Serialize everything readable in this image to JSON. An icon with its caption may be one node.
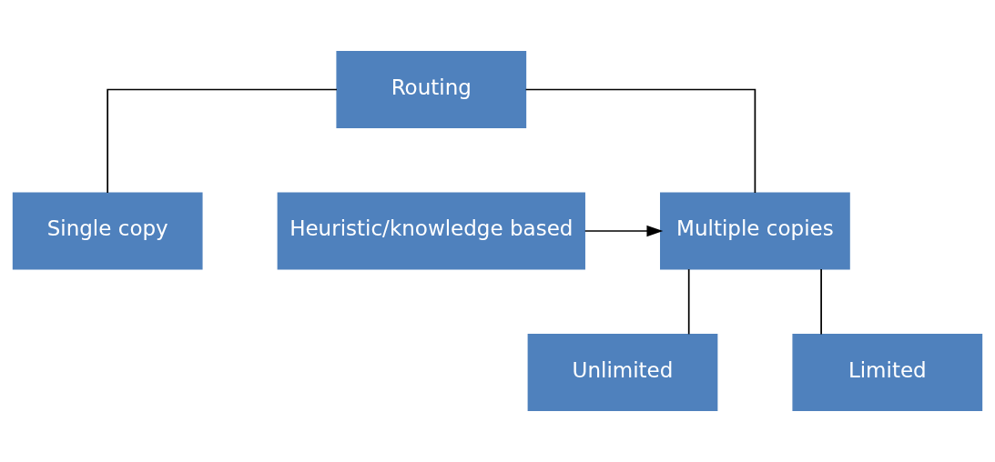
{
  "diagram": {
    "nodes": [
      {
        "text": [
          "Routing"
        ]
      },
      {
        "text": [
          "Single copy"
        ]
      },
      {
        "text": [
          "Multiple copies"
        ]
      },
      {
        "text": [
          "Heuristic/knowledge based"
        ]
      },
      {
        "text": [
          "Unlimited"
        ]
      },
      {
        "text": [
          "Limited"
        ]
      }
    ],
    "edges": [
      {
        "from": 0,
        "to": 1,
        "arrow": "none"
      },
      {
        "from": 0,
        "to": 2,
        "arrow": "none"
      },
      {
        "from": 3,
        "to": 2,
        "arrow": "to"
      },
      {
        "from": 2,
        "to": 4,
        "arrow": "none"
      },
      {
        "from": 2,
        "to": 5,
        "arrow": "none"
      }
    ]
  }
}
